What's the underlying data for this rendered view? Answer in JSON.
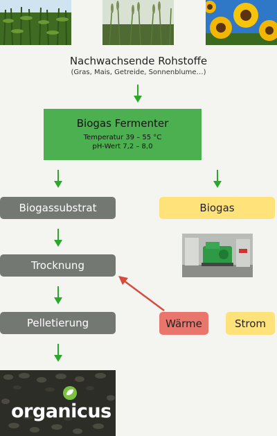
{
  "inputs": {
    "title": "Nachwachsende Rohstoffe",
    "subtitle": "(Gras, Mais, Getreide, Sonnenblume…)"
  },
  "fermenter": {
    "title": "Biogas Fermenter",
    "temperature": "Temperatur 39 – 55 °C",
    "ph": "pH-Wert 7,2 – 8,0"
  },
  "left_column": {
    "substrat": "Biogassubstrat",
    "trocknung": "Trocknung",
    "pelletierung": "Pelletierung"
  },
  "right_column": {
    "biogas": "Biogas",
    "waerme": "Wärme",
    "strom": "Strom"
  },
  "brand": {
    "name": "organicus"
  },
  "colors": {
    "fermenter": "#4caf50",
    "process_box": "#737873",
    "biogas_box": "#ffe27a",
    "heat_box": "#e8766c",
    "flow_arrow": "#2aa82a",
    "heat_arrow": "#d94a3e"
  }
}
